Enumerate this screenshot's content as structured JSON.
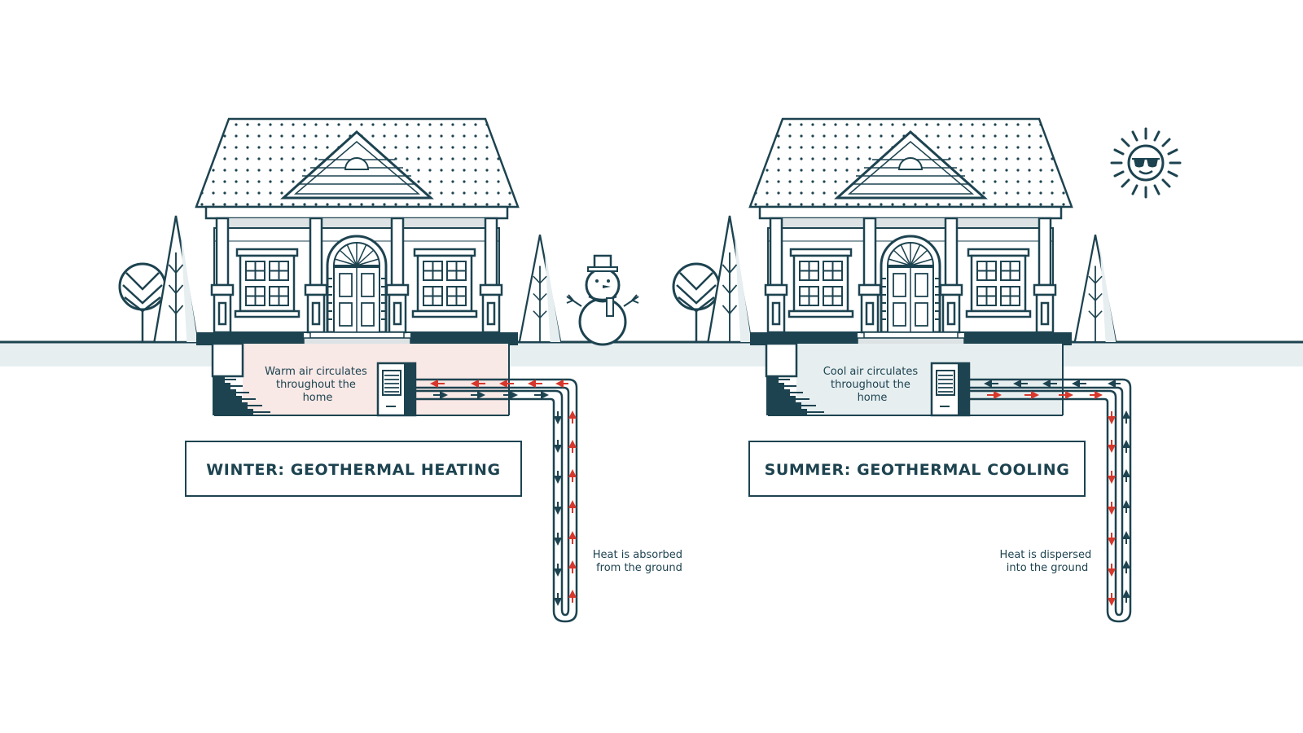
{
  "colors": {
    "ink": "#1d4350",
    "ground": "#e6eef0",
    "warm_room": "#f8e8e6",
    "cool_room": "#e6eef0",
    "hot_arrow": "#d8372b",
    "cool_arrow": "#1d4350",
    "shade": "#dde3e5"
  },
  "winter": {
    "title": "WINTER: GEOTHERMAL HEATING",
    "room_caption": [
      "Warm air circulates",
      "throughout the",
      "home"
    ],
    "ground_caption": [
      "Heat is absorbed",
      "from the ground"
    ]
  },
  "summer": {
    "title": "SUMMER: GEOTHERMAL COOLING",
    "room_caption": [
      "Cool air circulates",
      "throughout the",
      "home"
    ],
    "ground_caption": [
      "Heat is dispersed",
      "into the ground"
    ]
  },
  "icons": {
    "winter_decor": "snowman-icon",
    "summer_decor": "sun-with-sunglasses-icon",
    "tree": "tree-icon",
    "heat_pump": "heat-pump-icon"
  }
}
